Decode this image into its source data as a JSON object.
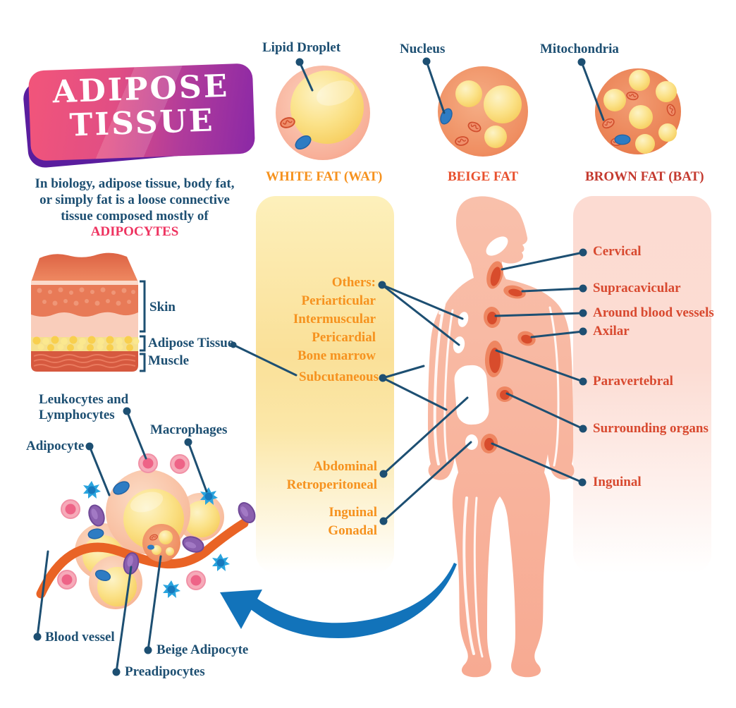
{
  "title": {
    "line1": "ADIPOSE",
    "line2": "TISSUE"
  },
  "intro": {
    "text": "In biology, adipose tissue, body fat, or simply fat is a loose connective tissue composed mostly of",
    "highlight": "ADIPOCYTES"
  },
  "cell_row": {
    "white": {
      "callout": "Lipid Droplet",
      "caption": "WHITE FAT (WAT)"
    },
    "beige": {
      "callout": "Nucleus",
      "caption": "BEIGE FAT"
    },
    "brown": {
      "callout": "Mitochondria",
      "caption": "BROWN FAT (BAT)"
    }
  },
  "skin_diagram": {
    "skin": "Skin",
    "adipose": "Adipose Tissue",
    "muscle": "Muscle"
  },
  "white_fat": {
    "others_title": "Others:",
    "others": [
      "Periarticular",
      "Intermuscular",
      "Pericardial",
      "Bone marrow"
    ],
    "subcutaneous": "Subcutaneous",
    "abdominal_line1": "Abdominal",
    "abdominal_line2": "Retroperitoneal",
    "inguinal_line1": "Inguinal",
    "inguinal_line2": "Gonadal"
  },
  "brown_fat": {
    "labels": [
      "Cervical",
      "Supracavicular",
      "Around blood vessels",
      "Axilar",
      "Paravertebral",
      "Surrounding organs",
      "Inguinal"
    ]
  },
  "cluster": {
    "leukocytes": "Leukocytes and Lymphocytes",
    "macrophages": "Macrophages",
    "adipocyte": "Adipocyte",
    "blood_vessel": "Blood vessel",
    "beige_adipocyte": "Beige Adipocyte",
    "preadipocytes": "Preadipocytes"
  },
  "colors": {
    "navy": "#1d4f72",
    "orange": "#f6921e",
    "red_orange": "#e8502d",
    "dark_red": "#c43a2f",
    "panel_red": "#d8492f",
    "pink_highlight": "#ee3360",
    "arrow_blue": "#1273ba",
    "vessel_orange": "#e96325",
    "body_skin": "#f8b7a1"
  }
}
